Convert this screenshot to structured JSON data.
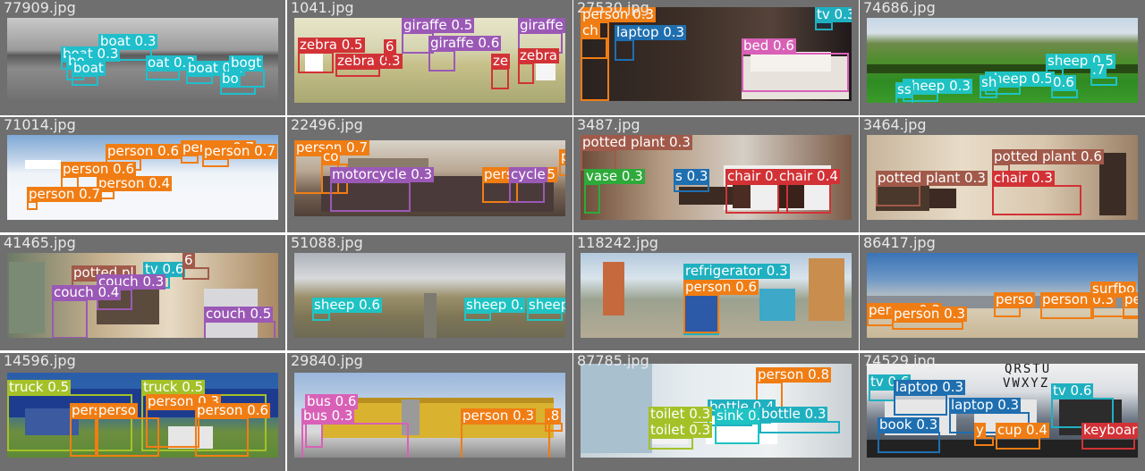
{
  "colors": {
    "person": "#f07d14",
    "boat": "#1fbfcc",
    "zebra": "#d23236",
    "giraffe": "#9b59b6",
    "laptop": "#1f6fb0",
    "bed": "#d861b7",
    "tv": "#1fb0c0",
    "sheep": "#1fc3c3",
    "potted_plant": "#a15a4a",
    "chair": "#d23236",
    "vase": "#2eaa3a",
    "motorcycle": "#9b59b6",
    "couch": "#9b59b6",
    "refrigerator": "#1fb0c0",
    "truck": "#a4c128",
    "bus": "#d861b7",
    "toilet": "#a4c128",
    "sink": "#1fc3c3",
    "bottle": "#1fb0c0",
    "book": "#1f6fb0",
    "cup": "#f07d14",
    "keyboard": "#d23236"
  },
  "tiles": [
    {
      "file": "77909.jpg",
      "scene": "grayscale-sea",
      "labels": [
        {
          "text": "boat 0.3",
          "cls": "boat"
        },
        {
          "text": "boat 0.3",
          "cls": "boat"
        },
        {
          "text": "bo",
          "cls": "boat"
        },
        {
          "text": "oat 0.3",
          "cls": "boat"
        },
        {
          "text": "boat",
          "cls": "boat"
        },
        {
          "text": "boat 0.4",
          "cls": "boat"
        },
        {
          "text": "bogt",
          "cls": "boat"
        },
        {
          "text": "bo",
          "cls": "boat"
        }
      ]
    },
    {
      "file": "1041.jpg",
      "scene": "savanna",
      "labels": [
        {
          "text": "zebra 0.5",
          "cls": "zebra"
        },
        {
          "text": "zebra 0.3",
          "cls": "zebra"
        },
        {
          "text": "giraffe 0.5",
          "cls": "giraffe"
        },
        {
          "text": "giraffe 0.6",
          "cls": "giraffe"
        },
        {
          "text": "giraffe",
          "cls": "giraffe"
        },
        {
          "text": "zebra",
          "cls": "zebra"
        },
        {
          "text": "ze",
          "cls": "zebra"
        },
        {
          "text": "6",
          "cls": "zebra"
        }
      ]
    },
    {
      "file": "27530.jpg",
      "scene": "bedroom",
      "labels": [
        {
          "text": "person 0.3",
          "cls": "person"
        },
        {
          "text": "laptop 0.3",
          "cls": "laptop"
        },
        {
          "text": "bed 0.6",
          "cls": "bed"
        },
        {
          "text": "tv 0.3",
          "cls": "tv"
        },
        {
          "text": "ch",
          "cls": "person"
        }
      ]
    },
    {
      "file": "74686.jpg",
      "scene": "green-hills",
      "labels": [
        {
          "text": "sheep 0.5",
          "cls": "sheep"
        },
        {
          "text": "sheep 0.3",
          "cls": "sheep"
        },
        {
          "text": "sheep 0.5",
          "cls": "sheep"
        },
        {
          "text": ".7",
          "cls": "sheep"
        },
        {
          "text": "0.6",
          "cls": "sheep"
        },
        {
          "text": "sh",
          "cls": "sheep"
        },
        {
          "text": "ss",
          "cls": "sheep"
        }
      ]
    },
    {
      "file": "71014.jpg",
      "scene": "snow",
      "labels": [
        {
          "text": "person 0.7",
          "cls": "person"
        },
        {
          "text": "person 0.6",
          "cls": "person"
        },
        {
          "text": "person 0.7",
          "cls": "person"
        },
        {
          "text": "person 0.6",
          "cls": "person"
        },
        {
          "text": "person 0.4",
          "cls": "person"
        },
        {
          "text": "person 0.7",
          "cls": "person"
        }
      ]
    },
    {
      "file": "22496.jpg",
      "scene": "street",
      "labels": [
        {
          "text": "person 0.7",
          "cls": "person"
        },
        {
          "text": "co",
          "cls": "person"
        },
        {
          "text": "motorcycle 0.3",
          "cls": "motorcycle"
        },
        {
          "text": "person 0.5",
          "cls": "person"
        },
        {
          "text": "cycle",
          "cls": "motorcycle"
        },
        {
          "text": "pe",
          "cls": "person"
        }
      ]
    },
    {
      "file": "3487.jpg",
      "scene": "living-room",
      "labels": [
        {
          "text": "potted plant 0.3",
          "cls": "potted_plant"
        },
        {
          "text": "vase 0.3",
          "cls": "vase"
        },
        {
          "text": "s 0.3",
          "cls": "laptop"
        },
        {
          "text": "chair 0.3",
          "cls": "chair"
        },
        {
          "text": "chair 0.4",
          "cls": "chair"
        }
      ]
    },
    {
      "file": "3464.jpg",
      "scene": "living-room-2",
      "labels": [
        {
          "text": "potted plant 0.6",
          "cls": "potted_plant"
        },
        {
          "text": "potted plant 0.3",
          "cls": "potted_plant"
        },
        {
          "text": "chair 0.3",
          "cls": "chair"
        }
      ]
    },
    {
      "file": "41465.jpg",
      "scene": "hotel-room",
      "labels": [
        {
          "text": "potted pl",
          "cls": "potted_plant"
        },
        {
          "text": "tv 0.6",
          "cls": "tv"
        },
        {
          "text": "couch 0.3",
          "cls": "couch"
        },
        {
          "text": "couch 0.4",
          "cls": "couch"
        },
        {
          "text": "couch 0.5",
          "cls": "couch"
        },
        {
          "text": "6",
          "cls": "potted_plant"
        }
      ]
    },
    {
      "file": "51088.jpg",
      "scene": "road",
      "labels": [
        {
          "text": "sheep 0.6",
          "cls": "sheep"
        },
        {
          "text": "sheep 0.",
          "cls": "sheep"
        },
        {
          "text": "sheep",
          "cls": "sheep"
        }
      ]
    },
    {
      "file": "118242.jpg",
      "scene": "yard",
      "labels": [
        {
          "text": "refrigerator 0.3",
          "cls": "refrigerator"
        },
        {
          "text": "person 0.6",
          "cls": "person"
        }
      ]
    },
    {
      "file": "86417.jpg",
      "scene": "beach",
      "labels": [
        {
          "text": "person 0.3",
          "cls": "person"
        },
        {
          "text": "person 0.3",
          "cls": "person"
        },
        {
          "text": "perso",
          "cls": "person"
        },
        {
          "text": "person 0.3",
          "cls": "person"
        },
        {
          "text": "surfbo",
          "cls": "person"
        },
        {
          "text": "pe",
          "cls": "person"
        }
      ]
    },
    {
      "file": "14596.jpg",
      "scene": "trucks",
      "labels": [
        {
          "text": "truck 0.5",
          "cls": "truck"
        },
        {
          "text": "truck 0.5",
          "cls": "truck"
        },
        {
          "text": "person 0.3",
          "cls": "person"
        },
        {
          "text": "pers",
          "cls": "person"
        },
        {
          "text": "person 0.6",
          "cls": "person"
        },
        {
          "text": "perso",
          "cls": "person"
        }
      ]
    },
    {
      "file": "29840.jpg",
      "scene": "bus",
      "labels": [
        {
          "text": "bus 0.6",
          "cls": "bus"
        },
        {
          "text": "bus 0.3",
          "cls": "bus"
        },
        {
          "text": "person 0.3",
          "cls": "person"
        },
        {
          "text": ".8",
          "cls": "person"
        }
      ]
    },
    {
      "file": "87785.jpg",
      "scene": "bathroom",
      "labels": [
        {
          "text": "person 0.8",
          "cls": "person"
        },
        {
          "text": "bottle 0.4",
          "cls": "bottle"
        },
        {
          "text": "toilet 0.3",
          "cls": "toilet"
        },
        {
          "text": "toilet 0.3",
          "cls": "toilet"
        },
        {
          "text": "sink 0.6",
          "cls": "sink"
        },
        {
          "text": "bottle 0.3",
          "cls": "bottle"
        }
      ]
    },
    {
      "file": "74529.jpg",
      "scene": "office",
      "labels": [
        {
          "text": "tv 0.6",
          "cls": "tv"
        },
        {
          "text": "laptop 0.3",
          "cls": "laptop"
        },
        {
          "text": "laptop 0.3",
          "cls": "laptop"
        },
        {
          "text": "tv 0.6",
          "cls": "tv"
        },
        {
          "text": "book 0.3",
          "cls": "book"
        },
        {
          "text": "cup 0.4",
          "cls": "cup"
        },
        {
          "text": "keyboar",
          "cls": "keyboard"
        },
        {
          "text": "y",
          "cls": "person"
        },
        {
          "text": "QRSTU",
          "cls": "print"
        },
        {
          "text": "VWXYZ",
          "cls": "print"
        }
      ]
    }
  ]
}
